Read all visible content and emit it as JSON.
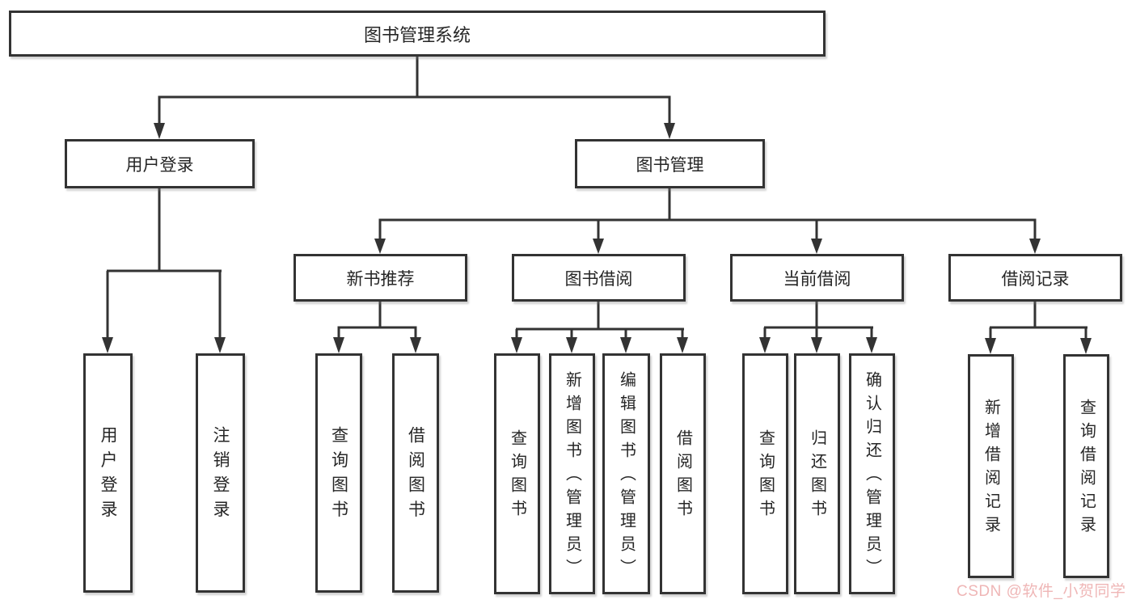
{
  "diagram": {
    "root": {
      "label": "图书管理系统"
    },
    "branches": [
      {
        "label": "用户登录",
        "leaves": [
          {
            "label": "用户登录"
          },
          {
            "label": "注销登录"
          }
        ]
      },
      {
        "label": "图书管理",
        "groups": [
          {
            "label": "新书推荐",
            "leaves": [
              {
                "label": "查询图书"
              },
              {
                "label": "借阅图书"
              }
            ]
          },
          {
            "label": "图书借阅",
            "leaves": [
              {
                "label": "查询图书"
              },
              {
                "label": "新增图书（管理员）"
              },
              {
                "label": "编辑图书（管理员）"
              },
              {
                "label": "借阅图书"
              }
            ]
          },
          {
            "label": "当前借阅",
            "leaves": [
              {
                "label": "查询图书"
              },
              {
                "label": "归还图书"
              },
              {
                "label": "确认归还（管理员）"
              }
            ]
          },
          {
            "label": "借阅记录",
            "leaves": [
              {
                "label": "新增借阅记录"
              },
              {
                "label": "查询借阅记录"
              }
            ]
          }
        ]
      }
    ]
  },
  "watermark": {
    "text": "CSDN @软件_小贺同学",
    "color": "#efb6b6"
  },
  "colors": {
    "line": "#333333",
    "box_border": "#333333",
    "text": "#262626",
    "background": "#ffffff"
  }
}
